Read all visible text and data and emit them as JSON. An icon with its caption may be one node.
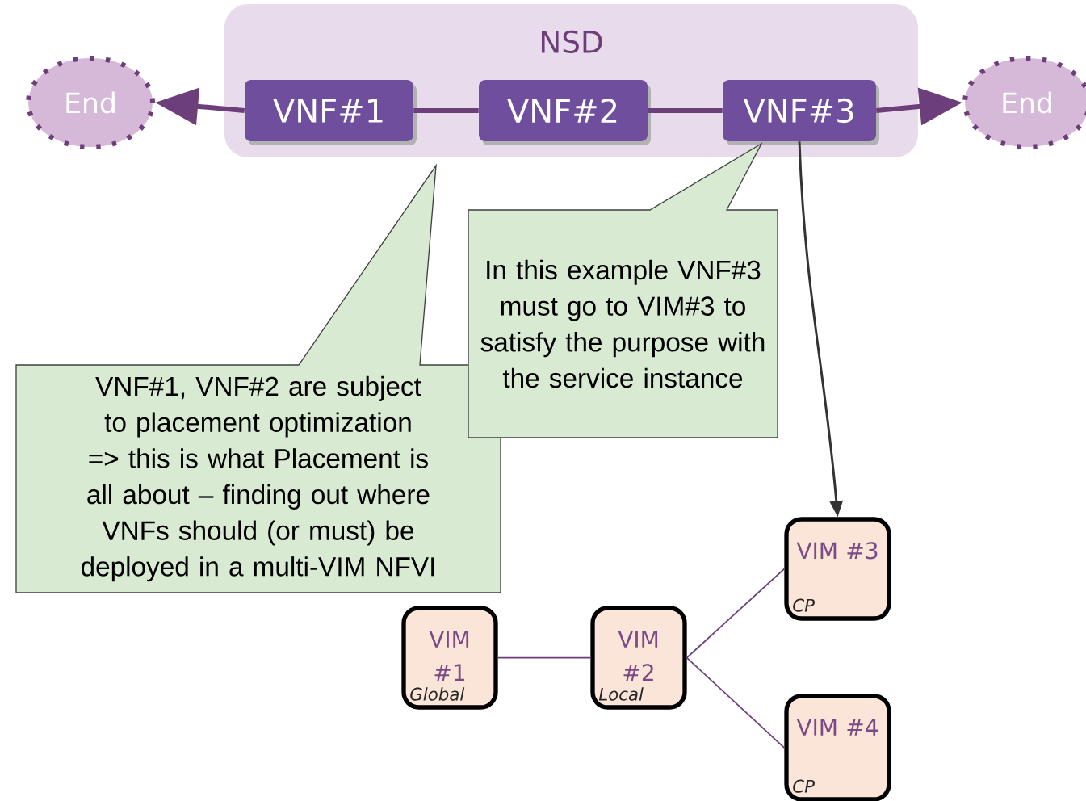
{
  "diagram": {
    "nodes": [
      {
        "text": [
          "NSD"
        ]
      },
      {
        "text": [
          "End"
        ]
      },
      {
        "text": [
          "VNF#1"
        ],
        "in": 0
      },
      {
        "text": [
          "VNF#2"
        ],
        "in": 0
      },
      {
        "text": [
          "VNF#3"
        ],
        "in": 0
      },
      {
        "text": [
          "End"
        ]
      },
      {
        "text": [
          "VNF#1, VNF#2 are subject to placement optimization",
          "=> this is what Placement is all about – finding out where VNFs should (or must) be deployed in a multi-VIM NFVI"
        ]
      },
      {
        "text": [
          "In this example VNF#3 must go to VIM#3 to satisfy the purpose with the service instance"
        ]
      },
      {
        "text": [
          "VIM #3",
          "CP"
        ]
      },
      {
        "text": [
          "VIM #1",
          "Global"
        ]
      },
      {
        "text": [
          "VIM #2",
          "Local"
        ]
      },
      {
        "text": [
          "VIM #4",
          "CP"
        ]
      }
    ],
    "edges": [
      {
        "from": 2,
        "to": 1,
        "arrow": "to",
        "style": "thick"
      },
      {
        "from": 2,
        "to": 3,
        "arrow": "none",
        "style": "thick"
      },
      {
        "from": 3,
        "to": 4,
        "arrow": "none",
        "style": "thick"
      },
      {
        "from": 4,
        "to": 5,
        "arrow": "to",
        "style": "thick"
      },
      {
        "from": 4,
        "to": 8,
        "arrow": "to",
        "color": "#333333"
      },
      {
        "from": 9,
        "to": 10,
        "arrow": "none"
      },
      {
        "from": 10,
        "to": 8,
        "arrow": "none"
      },
      {
        "from": 10,
        "to": 11,
        "arrow": "none"
      }
    ]
  }
}
